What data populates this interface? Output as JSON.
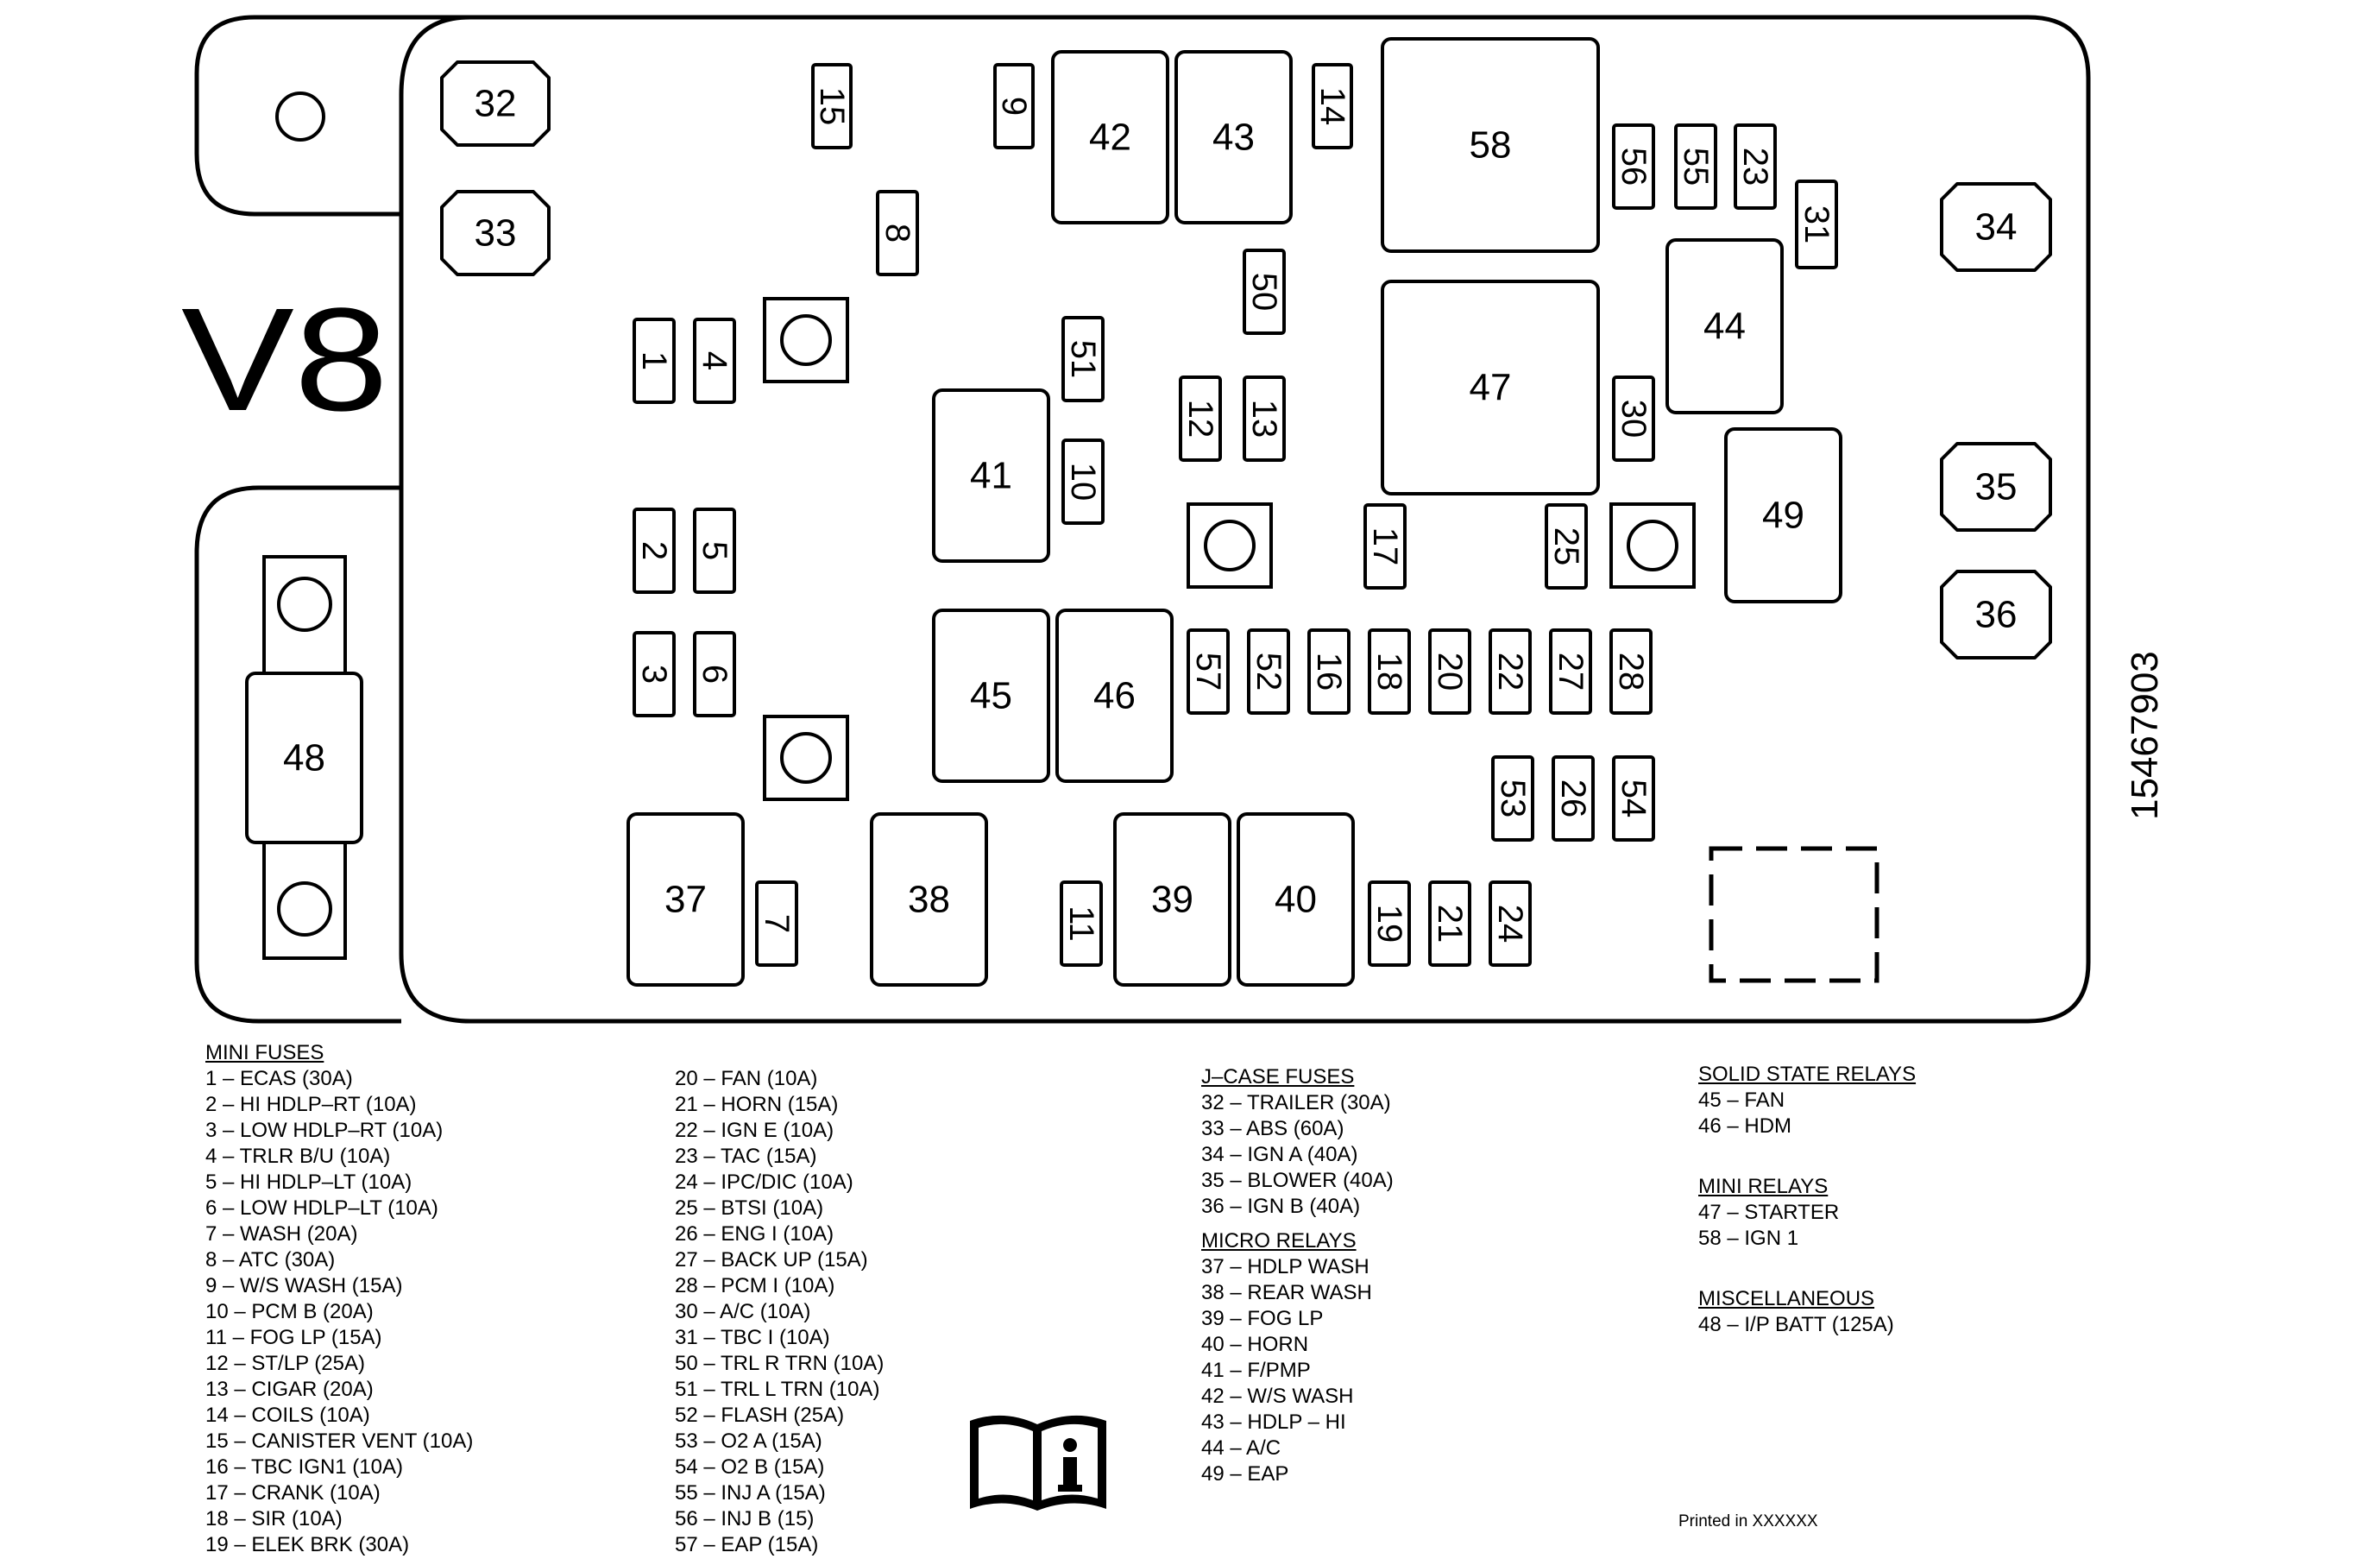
{
  "engine_label": "V8",
  "part_number": "15467903",
  "printed_text": "Printed in XXXXXX",
  "components": [
    {
      "id": "32"
    },
    {
      "id": "33"
    },
    {
      "id": "34"
    },
    {
      "id": "35"
    },
    {
      "id": "36"
    },
    {
      "id": "15"
    },
    {
      "id": "9"
    },
    {
      "id": "42"
    },
    {
      "id": "43"
    },
    {
      "id": "14"
    },
    {
      "id": "58"
    },
    {
      "id": "56"
    },
    {
      "id": "55"
    },
    {
      "id": "23"
    },
    {
      "id": "31"
    },
    {
      "id": "8"
    },
    {
      "id": "50"
    },
    {
      "id": "44"
    },
    {
      "id": "47"
    },
    {
      "id": "1"
    },
    {
      "id": "4"
    },
    {
      "id": "51"
    },
    {
      "id": "12"
    },
    {
      "id": "13"
    },
    {
      "id": "30"
    },
    {
      "id": "41"
    },
    {
      "id": "10"
    },
    {
      "id": "49"
    },
    {
      "id": "2"
    },
    {
      "id": "5"
    },
    {
      "id": "17"
    },
    {
      "id": "25"
    },
    {
      "id": "3"
    },
    {
      "id": "6"
    },
    {
      "id": "45"
    },
    {
      "id": "46"
    },
    {
      "id": "57"
    },
    {
      "id": "52"
    },
    {
      "id": "16"
    },
    {
      "id": "18"
    },
    {
      "id": "20"
    },
    {
      "id": "22"
    },
    {
      "id": "27"
    },
    {
      "id": "28"
    },
    {
      "id": "53"
    },
    {
      "id": "26"
    },
    {
      "id": "54"
    },
    {
      "id": "37"
    },
    {
      "id": "7"
    },
    {
      "id": "38"
    },
    {
      "id": "11"
    },
    {
      "id": "39"
    },
    {
      "id": "40"
    },
    {
      "id": "19"
    },
    {
      "id": "21"
    },
    {
      "id": "24"
    },
    {
      "id": "48"
    }
  ],
  "legend": {
    "mini_fuses_heading": "MINI FUSES",
    "mini_fuses": [
      "1 – ECAS (30A)",
      "2 – HI HDLP–RT (10A)",
      "3 – LOW HDLP–RT (10A)",
      "4 – TRLR B/U (10A)",
      "5 – HI HDLP–LT (10A)",
      "6 – LOW HDLP–LT (10A)",
      "7 – WASH (20A)",
      "8 – ATC (30A)",
      "9 – W/S WASH (15A)",
      "10 – PCM B (20A)",
      "11 – FOG LP (15A)",
      "12 – ST/LP (25A)",
      "13 – CIGAR (20A)",
      "14 – COILS (10A)",
      "15 – CANISTER VENT (10A)",
      "16 – TBC IGN1 (10A)",
      "17 – CRANK (10A)",
      "18 – SIR (10A)",
      "19 – ELEK BRK (30A)"
    ],
    "mini_fuses_2": [
      "20 – FAN (10A)",
      "21 – HORN (15A)",
      "22 – IGN E (10A)",
      "23 – TAC (15A)",
      "24 – IPC/DIC (10A)",
      "25 – BTSI (10A)",
      "26 – ENG I (10A)",
      "27 – BACK UP (15A)",
      "28 – PCM I (10A)",
      "30 – A/C (10A)",
      "31 – TBC I (10A)",
      "50 – TRL R TRN (10A)",
      "51 – TRL L TRN (10A)",
      "52 – FLASH (25A)",
      "53 – O2 A (15A)",
      "54 – O2 B (15A)",
      "55 – INJ A (15A)",
      "56 – INJ B (15)",
      "57 – EAP (15A)"
    ],
    "jcase_heading": "J–CASE FUSES",
    "jcase": [
      "32 – TRAILER (30A)",
      "33 – ABS (60A)",
      "34 – IGN A (40A)",
      "35 – BLOWER (40A)",
      "36 – IGN B (40A)"
    ],
    "micro_relays_heading": "MICRO RELAYS",
    "micro_relays": [
      "37 – HDLP WASH",
      "38 – REAR WASH",
      "39 – FOG LP",
      "40 – HORN",
      "41 – F/PMP",
      "42 – W/S WASH",
      "43 – HDLP – HI",
      "44 – A/C",
      "49 – EAP"
    ],
    "solid_state_heading": "SOLID STATE RELAYS",
    "solid_state": [
      "45 – FAN",
      "46 – HDM"
    ],
    "mini_relays_heading": "MINI RELAYS",
    "mini_relays": [
      "47 – STARTER",
      "58 – IGN 1"
    ],
    "misc_heading": "MISCELLANEOUS",
    "misc": [
      "48 – I/P BATT (125A)"
    ]
  }
}
